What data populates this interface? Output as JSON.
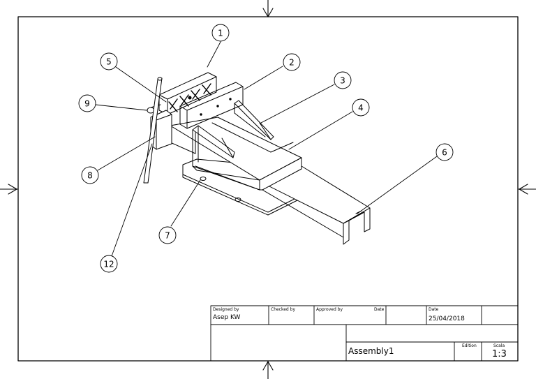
{
  "balloons": [
    {
      "id": "1",
      "label": "1"
    },
    {
      "id": "2",
      "label": "2"
    },
    {
      "id": "3",
      "label": "3"
    },
    {
      "id": "4",
      "label": "4"
    },
    {
      "id": "5",
      "label": "5"
    },
    {
      "id": "6",
      "label": "6"
    },
    {
      "id": "7",
      "label": "7"
    },
    {
      "id": "8",
      "label": "8"
    },
    {
      "id": "9",
      "label": "9"
    },
    {
      "id": "12",
      "label": "12"
    }
  ],
  "title_block": {
    "designed_by_label": "Designed by",
    "designed_by_value": "Asep KW",
    "checked_by_label": "Checked by",
    "approved_by_label": "Approved by",
    "date_label_1": "Date",
    "date_label_2": "Date",
    "date_value": "25/04/2018",
    "title": "Assembly1",
    "edition_label": "Edition",
    "scale_label": "Scala",
    "scale_value": "1:3"
  }
}
